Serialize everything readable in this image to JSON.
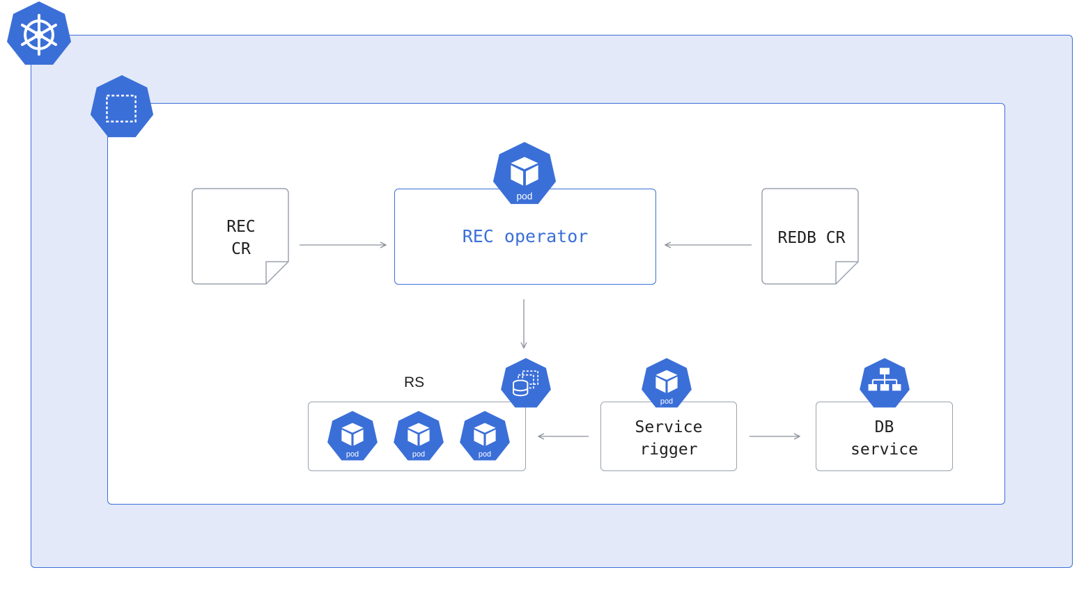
{
  "diagram": {
    "rec_cr": {
      "line1": "REC",
      "line2": "CR"
    },
    "redb_cr": {
      "label": "REDB CR"
    },
    "operator": {
      "label": "REC operator",
      "badge": "pod"
    },
    "rs": {
      "label": "RS",
      "pods": [
        "pod",
        "pod",
        "pod"
      ]
    },
    "service_rigger": {
      "line1": "Service",
      "line2": "rigger",
      "badge": "pod"
    },
    "db_service": {
      "line1": "DB",
      "line2": "service"
    }
  },
  "colors": {
    "accent": "#3b6fd8",
    "cluster_fill": "#e3e9f8",
    "border_gray": "#9aa2ad",
    "arrow_gray": "#8a9099"
  },
  "icons": {
    "cluster": "kubernetes-helm-icon",
    "namespace": "namespace-dashed-square-icon",
    "pod": "cube-icon",
    "statefulset": "database-stack-icon",
    "service": "network-tree-icon"
  }
}
